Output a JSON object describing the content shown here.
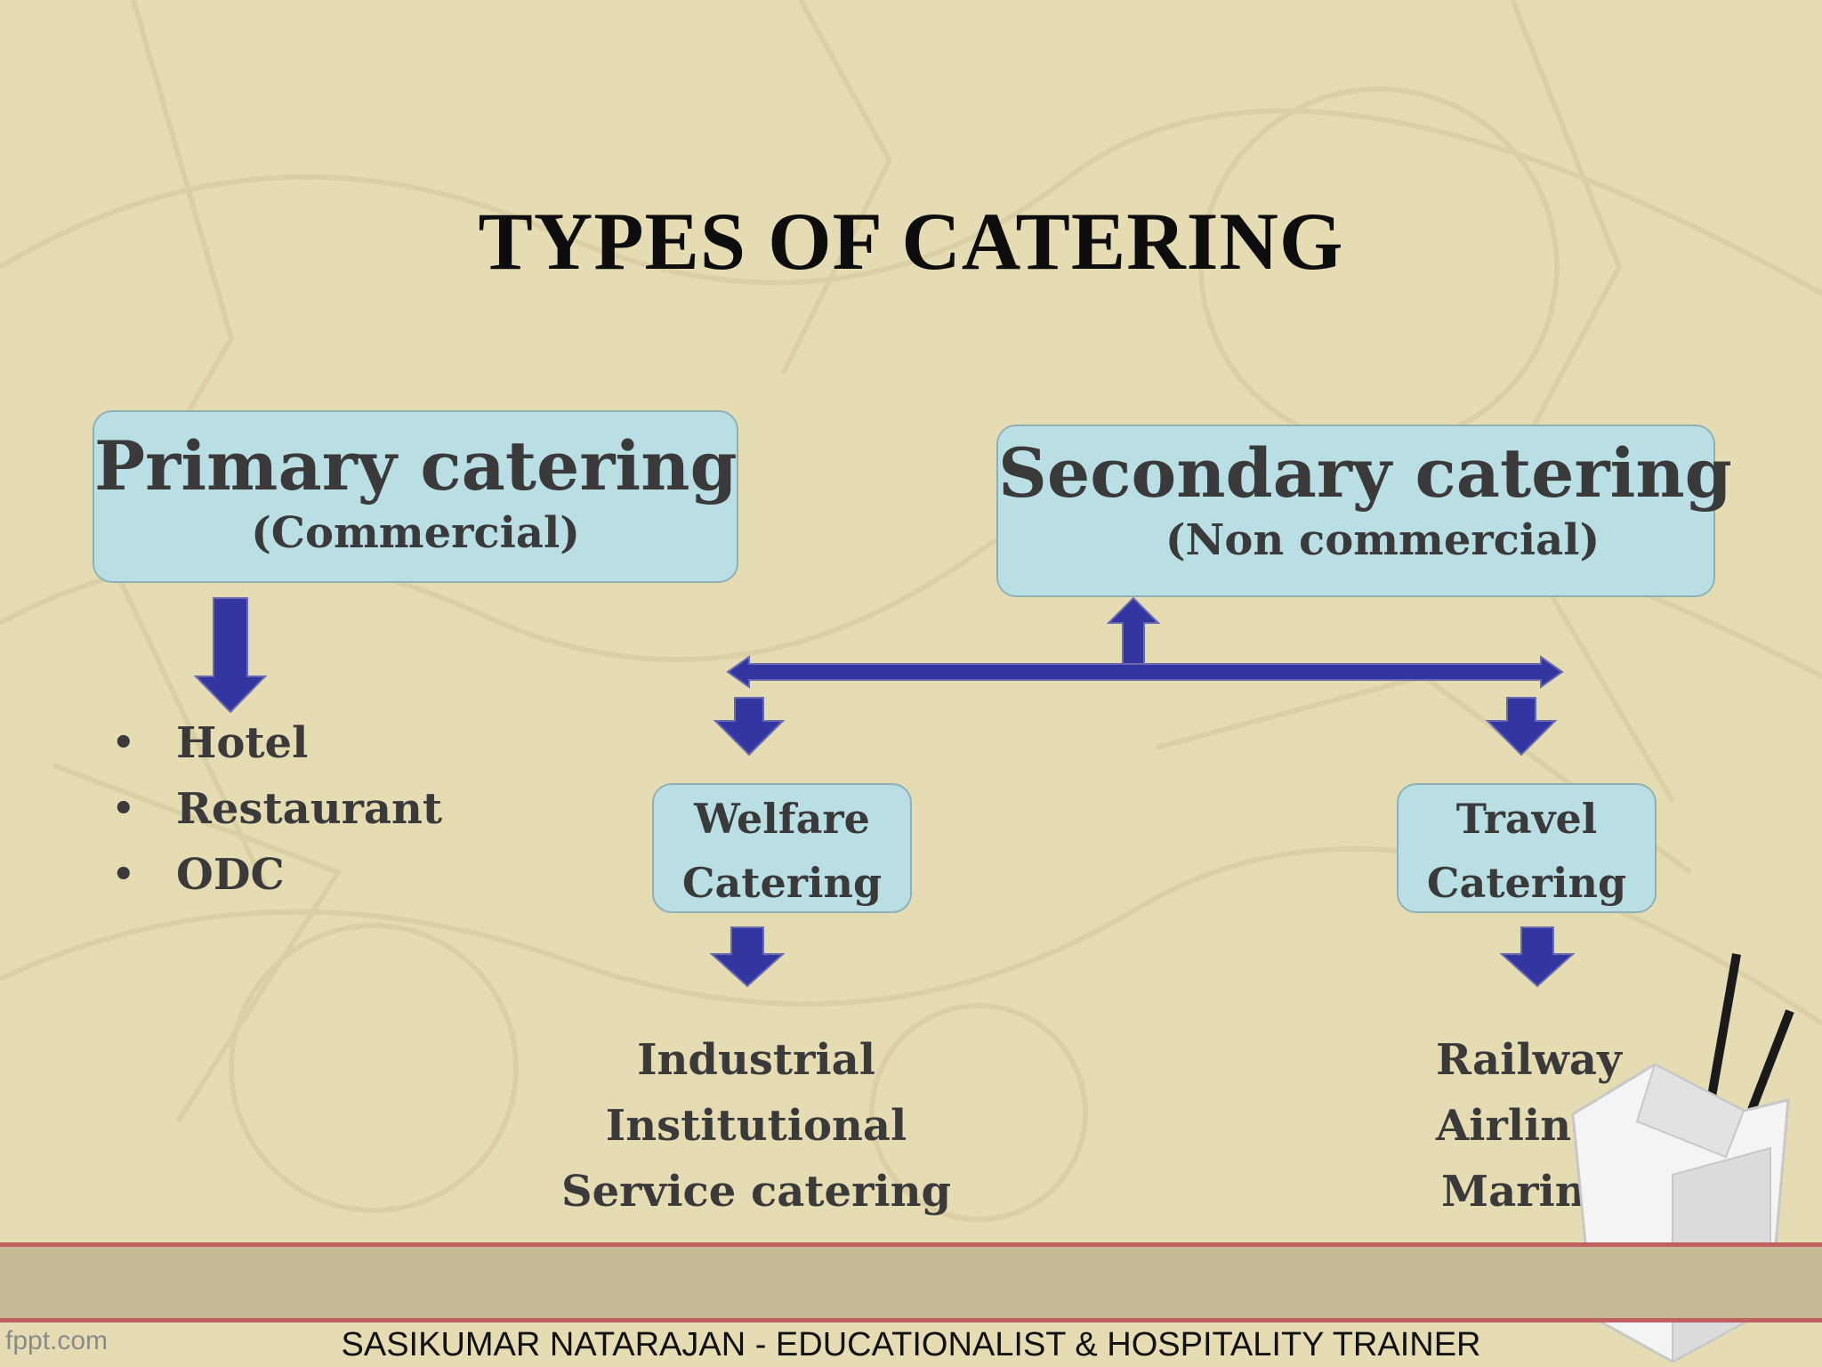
{
  "title": "TYPES OF CATERING",
  "primary": {
    "heading": "Primary catering",
    "sub": "(Commercial)",
    "items": [
      "Hotel",
      "Restaurant",
      "ODC"
    ]
  },
  "secondary": {
    "heading": "Secondary catering",
    "sub": "(Non commercial)"
  },
  "welfare": {
    "line1": "Welfare",
    "line2": "Catering",
    "items": [
      "Industrial",
      "Institutional",
      "Service catering"
    ]
  },
  "travel": {
    "line1": "Travel",
    "line2": "Catering",
    "items": [
      "Railway",
      "Airline",
      "Marine"
    ]
  },
  "footer": "SASIKUMAR NATARAJAN - EDUCATIONALIST & HOSPITALITY TRAINER",
  "brand": "fppt.com",
  "colors": {
    "background": "#e6dcb4",
    "box_fill": "#b9dfe4",
    "arrow": "#3336a0",
    "footer_line": "#c06060"
  }
}
